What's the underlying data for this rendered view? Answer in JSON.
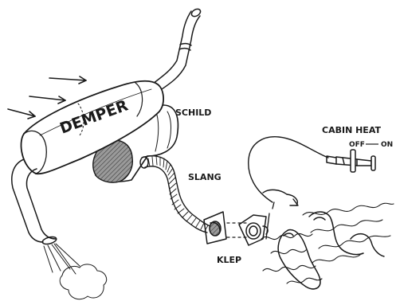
{
  "labels": {
    "muffler": "DEMPER",
    "shield": "SCHILD",
    "hose": "SLANG",
    "valve": "KLEP",
    "control_title": "CABIN HEAT",
    "control_off": "OFF",
    "control_on": "ON"
  },
  "colors": {
    "ink": "#1a1a1a",
    "paper": "#ffffff",
    "shade": "#6f6f6f"
  },
  "icons": {
    "airflow": "arrow-right-icon",
    "exhaust": "smoke-cloud-icon",
    "heat": "heat-wave-icon",
    "knob": "push-pull-knob-icon"
  }
}
